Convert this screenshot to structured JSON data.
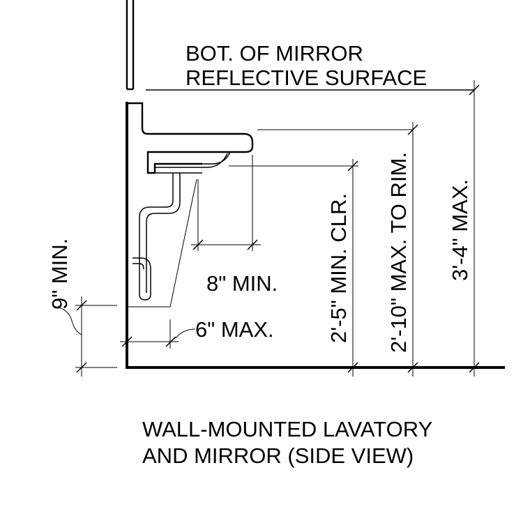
{
  "labels": {
    "mirror_line1": "BOT. OF MIRROR",
    "mirror_line2": "REFLECTIVE SURFACE",
    "knee_depth": "8\" MIN.",
    "toe_depth": "6\" MAX.",
    "toe_height": "9\" MIN.",
    "clearance": "2'-5\" MIN. CLR.",
    "rim_height": "2'-10\" MAX. TO RIM.",
    "mirror_height": "3'-4\" MAX."
  },
  "caption": {
    "line1": "WALL-MOUNTED LAVATORY",
    "line2": "AND MIRROR (SIDE VIEW)"
  }
}
